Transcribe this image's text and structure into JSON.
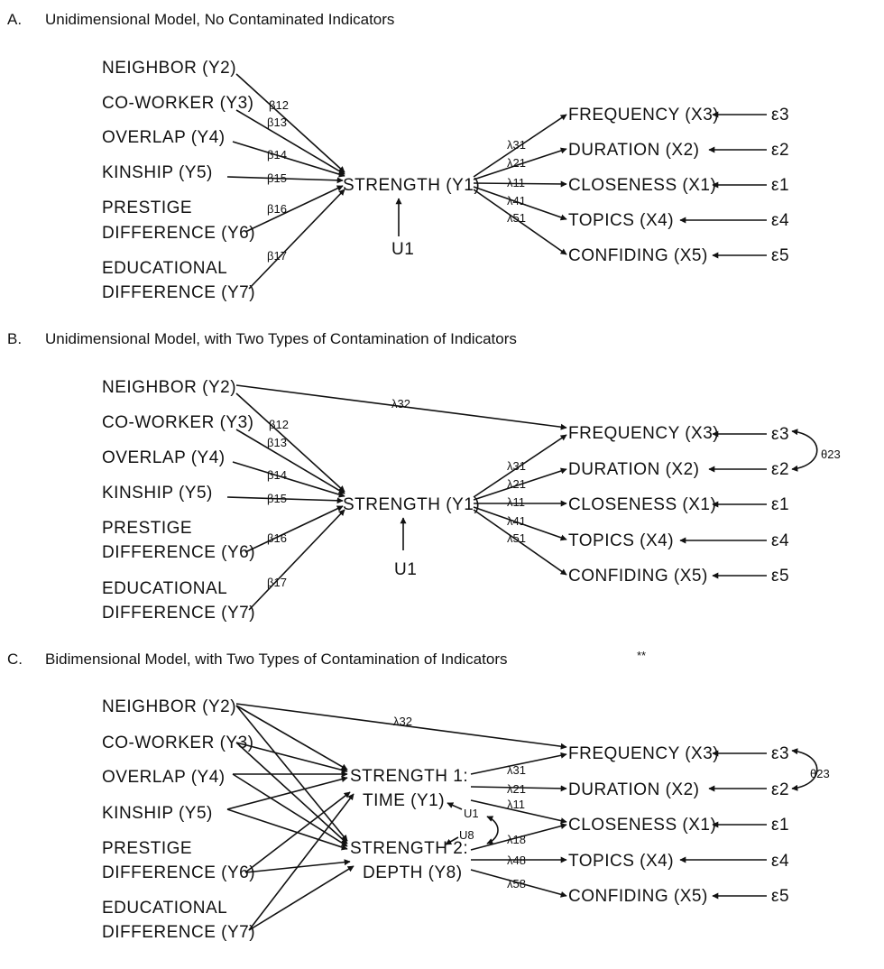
{
  "panels": {
    "A": {
      "letter": "A.",
      "title": "Unidimensional Model, No Contaminated Indicators",
      "coefs": [
        "β12",
        "β13",
        "β14",
        "β15",
        "β16",
        "β17"
      ],
      "lambdas": [
        "λ31",
        "λ21",
        "λ11",
        "λ41",
        "λ51"
      ],
      "disturbance": "U1"
    },
    "B": {
      "letter": "B.",
      "title": "Unidimensional Model, with Two Types of Contamination of Indicators",
      "coefs": [
        "β12",
        "β13",
        "β14",
        "β15",
        "β16",
        "β17"
      ],
      "lambdas": [
        "λ31",
        "λ21",
        "λ11",
        "λ41",
        "λ51"
      ],
      "cross_loading": "λ32",
      "correlated_error": "θ23",
      "disturbance": "U1"
    },
    "C": {
      "letter": "C.",
      "title": "Bidimensional Model, with Two Types of Contamination of Indicators",
      "note_mark": "**",
      "latent1": [
        "STRENGTH 1:",
        "TIME (Y1)"
      ],
      "latent2": [
        "STRENGTH 2:",
        "DEPTH (Y8)"
      ],
      "lambdas": [
        "λ31",
        "λ21",
        "λ11",
        "λ18",
        "λ48",
        "λ58"
      ],
      "cross_loading": "λ32",
      "correlated_error": "θ23",
      "disturbances": [
        "U1",
        "U8"
      ]
    }
  },
  "predictors": [
    [
      "NEIGHBOR (Y2)"
    ],
    [
      "CO-WORKER (Y3)"
    ],
    [
      "OVERLAP (Y4)"
    ],
    [
      "KINSHIP (Y5)"
    ],
    [
      "PRESTIGE",
      "DIFFERENCE (Y6)"
    ],
    [
      "EDUCATIONAL",
      "DIFFERENCE (Y7)"
    ]
  ],
  "latent": "STRENGTH (Y1)",
  "indicators": [
    "FREQUENCY (X3)",
    "DURATION (X2)",
    "CLOSENESS (X1)",
    "TOPICS (X4)",
    "CONFIDING (X5)"
  ],
  "errors": [
    "ε3",
    "ε2",
    "ε1",
    "ε4",
    "ε5"
  ]
}
